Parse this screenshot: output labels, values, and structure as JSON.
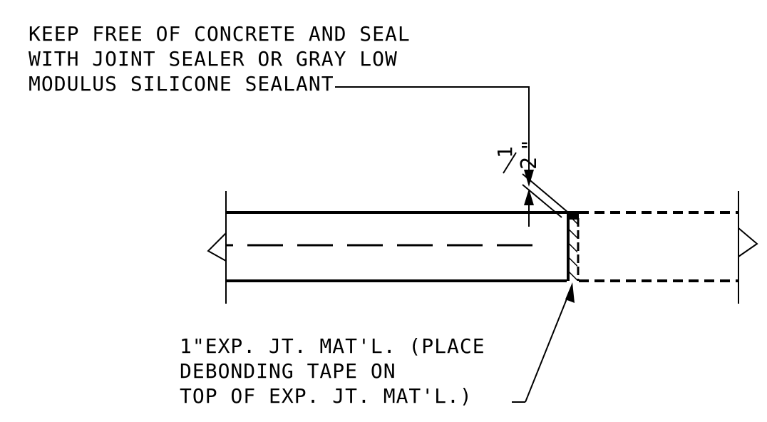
{
  "note_top": {
    "lines": [
      "KEEP FREE OF CONCRETE AND SEAL",
      "WITH JOINT SEALER OR GRAY LOW",
      "MODULUS SILICONE SEALANT"
    ]
  },
  "dimension": {
    "numerator": "1",
    "denominator": "2",
    "unit_mark": "\""
  },
  "note_bottom": {
    "lines": [
      "1\"EXP. JT. MAT'L. (PLACE",
      "DEBONDING TAPE ON",
      "TOP OF EXP. JT. MAT'L.)"
    ]
  },
  "colors": {
    "ink": "#000000",
    "background": "#ffffff"
  }
}
